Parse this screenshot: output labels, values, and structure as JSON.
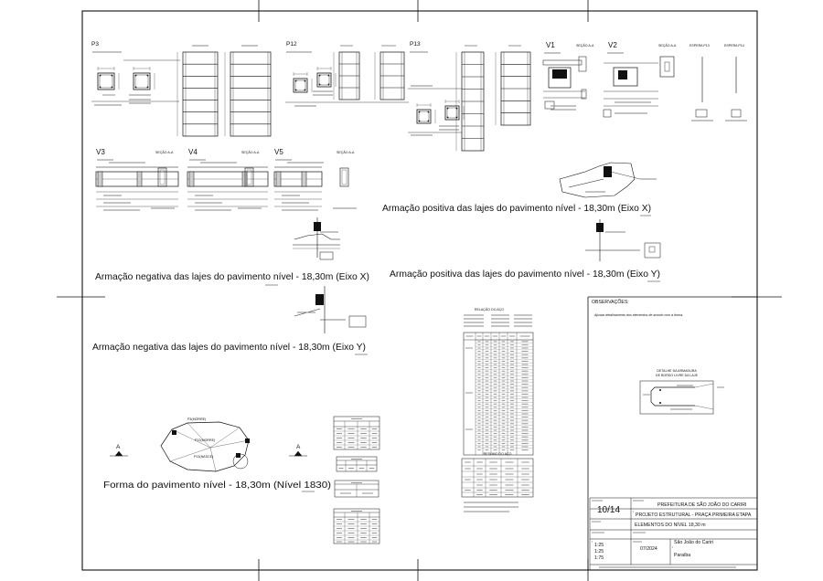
{
  "columns": {
    "p3": "P3",
    "p12": "P12",
    "p13": "P13"
  },
  "beams": {
    "v1": "V1",
    "v2": "V2",
    "v3": "V3",
    "v4": "V4",
    "v5": "V5"
  },
  "section_label": "SEÇÃO A-A",
  "espera": [
    "ESPERA P13",
    "ESPERA P14"
  ],
  "drawing_titles": {
    "positiva_x": "Armação positiva das lajes do pavimento nível - 18,30m (Eixo X)",
    "negativa_x": "Armação negativa das lajes do pavimento nível - 18,30m (Eixo X)",
    "positiva_y": "Armação positiva das lajes do pavimento nível - 18,30m (Eixo Y)",
    "negativa_y": "Armação negativa das lajes do pavimento nível - 18,30m (Eixo Y)",
    "forma": "Forma do pavimento nível - 18,30m (Nível 1830)"
  },
  "forma": {
    "pillars": [
      "P3(MORRE)",
      "P12(MORRE)",
      "P13(NASCE)"
    ],
    "section_mark": "A"
  },
  "steel_tables": {
    "relacao": "RELAÇÃO DO AÇO",
    "resumo": "RESUMO DO AÇO"
  },
  "notes": {
    "heading": "OBSERVAÇÕES:",
    "text": "Ajustar detalhamento dos elementos de acordo com a forma."
  },
  "detail": {
    "line1": "DETALHE DA ARMADURA",
    "line2": "DE BORDO LIVRE DA LAJE"
  },
  "sheet": {
    "number": "10/14",
    "client": "PREFEITURA DE SÃO JOÃO DO CARIRI",
    "project": "PROJETO ESTRUTURAL - PRAÇA PRIMEIRA ETAPA",
    "content": "ELEMENTOS DO NÍVEL 18,30 m",
    "scales": [
      "1:25",
      "1:25",
      "1:75"
    ],
    "date": "07/2024",
    "city": "São João do Cariri",
    "state": "Paraíba"
  },
  "colors": {
    "ink": "#111111",
    "paper": "#ffffff",
    "annotation": "#8a8a8a"
  }
}
